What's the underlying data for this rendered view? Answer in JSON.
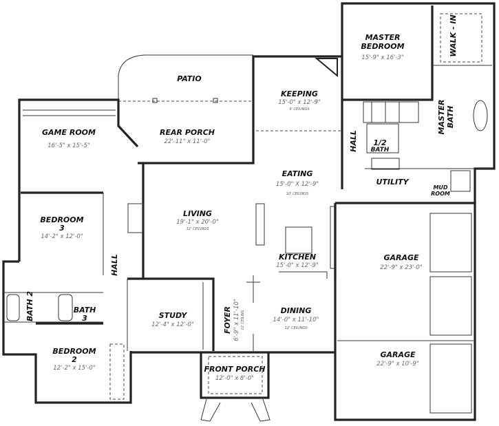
{
  "rooms": {
    "patio": {
      "name": "PATIO"
    },
    "rear_porch": {
      "name": "REAR PORCH",
      "size": "22'-11\" x 11'-0\""
    },
    "keeping": {
      "name": "KEEPING",
      "size": "15'-0\" x 12'-9\"",
      "ceiling": "9' CEILINGS"
    },
    "master_bedroom": {
      "name1": "MASTER",
      "name2": "BEDROOM",
      "size": "15'-9\" x 16'-3\""
    },
    "walk_in": {
      "name": "WALK - IN"
    },
    "master_bath": {
      "name1": "MASTER",
      "name2": "BATH"
    },
    "game_room": {
      "name": "GAME ROOM",
      "size": "16'-5\" x 15'-5\""
    },
    "hall_east": {
      "name": "HALL"
    },
    "half_bath": {
      "name1": "1/2",
      "name2": "BATH"
    },
    "eating": {
      "name": "EATING",
      "size": "15'-0\" X 12'-9\"",
      "ceiling": "10' CEILINGS"
    },
    "utility": {
      "name": "UTILITY"
    },
    "mud_room": {
      "name1": "MUD",
      "name2": "ROOM"
    },
    "bedroom3": {
      "name1": "BEDROOM",
      "name2": "3",
      "size": "14'-2\" x 12'-0\""
    },
    "living": {
      "name": "LIVING",
      "size": "19'-1\" x 20'-0\"",
      "ceiling": "12' CEILINGS"
    },
    "kitchen": {
      "name": "KITCHEN",
      "size": "15'-0\" x 12'-9\""
    },
    "garage1": {
      "name": "GARAGE",
      "size": "22'-9\" x 23'-0\""
    },
    "hall_west": {
      "name": "HALL"
    },
    "bath2": {
      "name": "BATH 2"
    },
    "bath3": {
      "name1": "BATH",
      "name2": "3"
    },
    "study": {
      "name": "STUDY",
      "size": "12'-4\" x 12'-0\""
    },
    "foyer": {
      "name": "FOYER",
      "size": "6'-9\" x 11'-10\"",
      "ceiling": "12' CEILING"
    },
    "dining": {
      "name": "DINING",
      "size": "14'-0\" x 11'-10\"",
      "ceiling": "12' CEILINGS"
    },
    "bedroom2": {
      "name1": "BEDROOM",
      "name2": "2",
      "size": "12'-2\" x 15'-0\""
    },
    "front_porch": {
      "name": "FRONT PORCH",
      "size": "12'-0\" x 8'-0\""
    },
    "garage2": {
      "name": "GARAGE",
      "size": "22'-9\" x 10'-9\""
    }
  }
}
